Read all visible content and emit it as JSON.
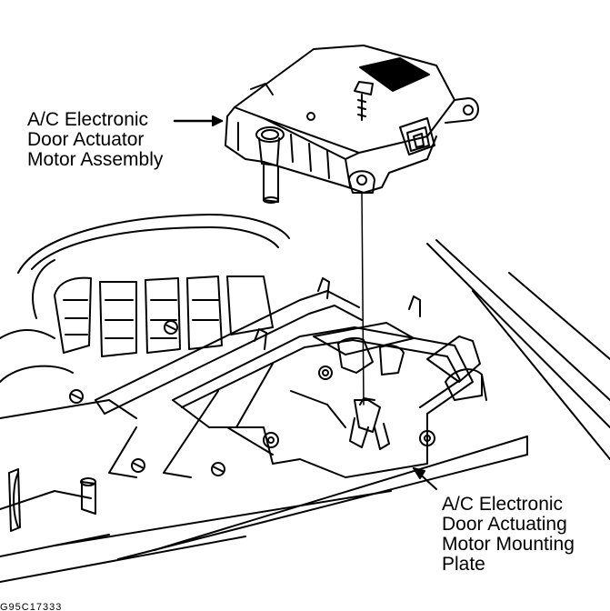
{
  "labels": {
    "actuator_motor": "A/C Electronic\nDoor Actuator\nMotor Assembly",
    "mounting_plate": "A/C Electronic\nDoor Actuating\nMotor Mounting\nPlate"
  },
  "figure_id": "G95C17333",
  "line_color": "#000000",
  "background_color": "#ffffff"
}
